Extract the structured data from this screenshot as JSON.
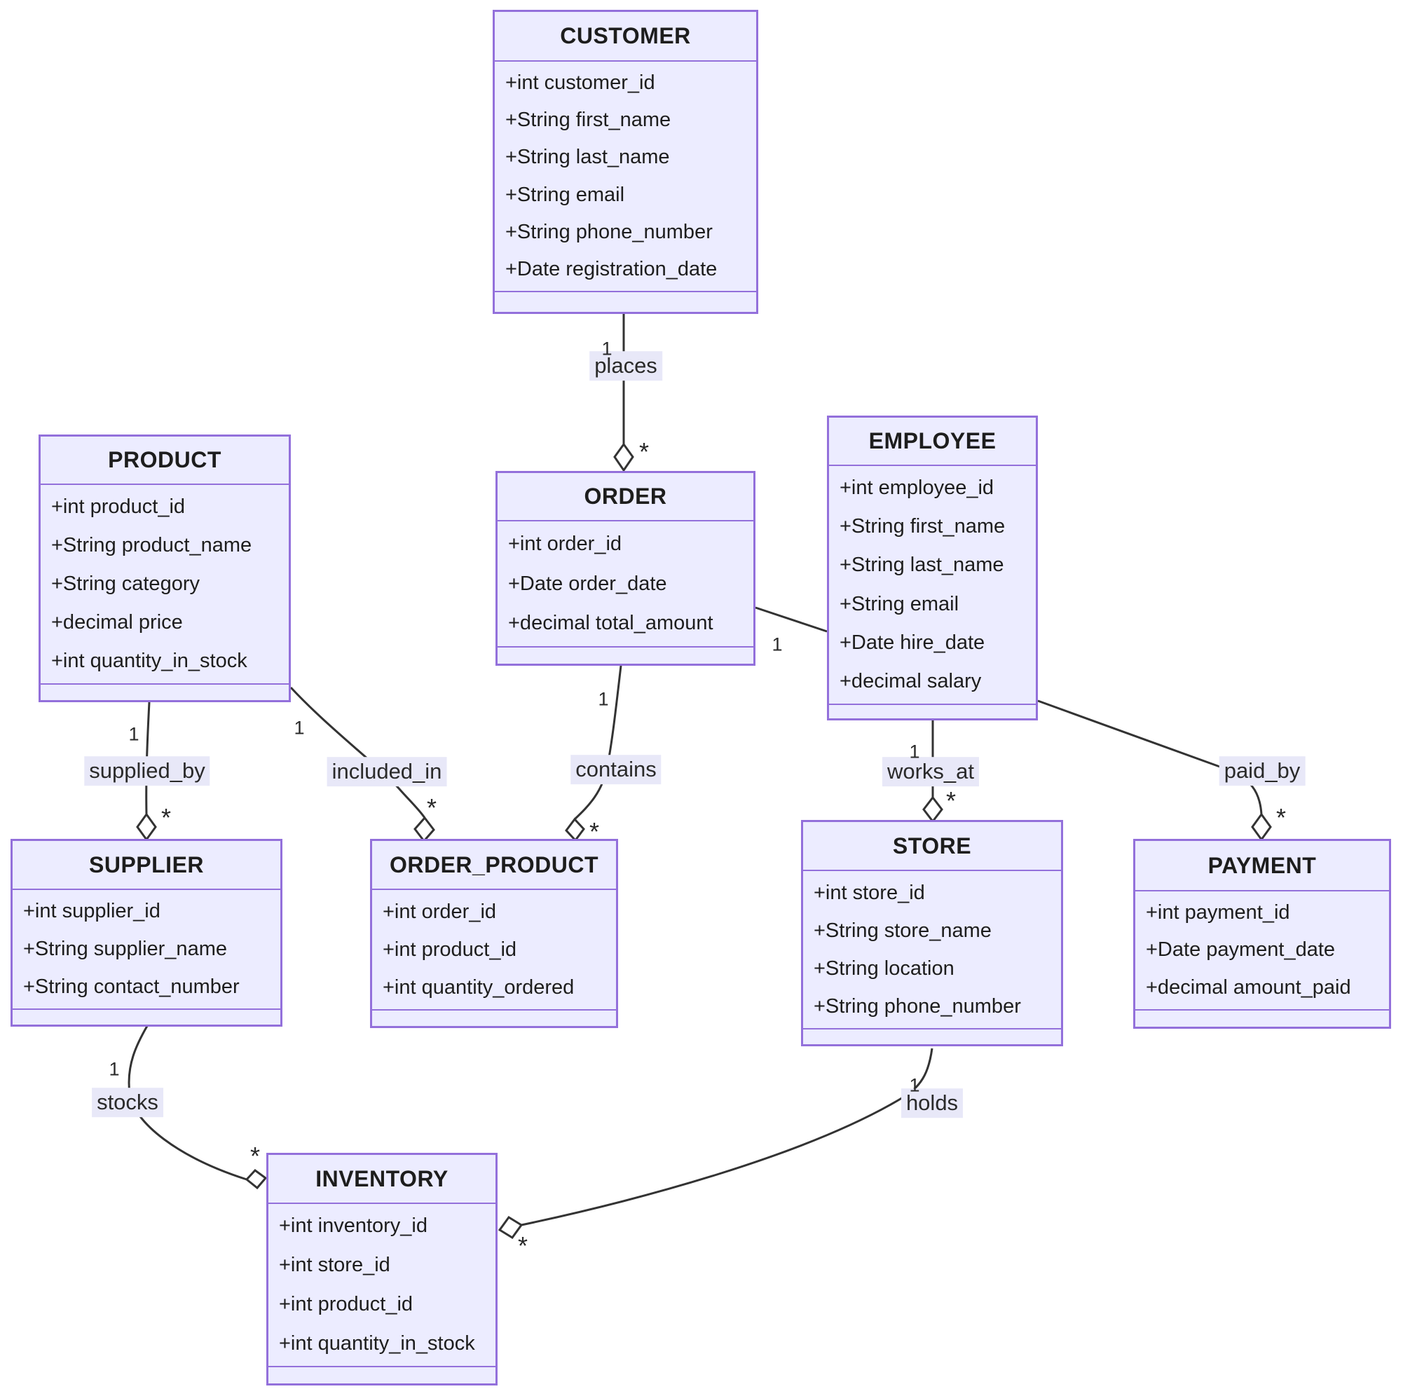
{
  "diagram": {
    "type": "uml-class-diagram",
    "colors": {
      "box_fill": "#ECECFF",
      "box_border": "#9370DB",
      "edge_line": "#333333",
      "label_background": "#E8E8F8",
      "text": "#1d1d1d"
    }
  },
  "entities": {
    "customer": {
      "name": "CUSTOMER",
      "attrs": [
        "+int customer_id",
        "+String first_name",
        "+String last_name",
        "+String email",
        "+String phone_number",
        "+Date registration_date"
      ]
    },
    "product": {
      "name": "PRODUCT",
      "attrs": [
        "+int product_id",
        "+String product_name",
        "+String category",
        "+decimal price",
        "+int quantity_in_stock"
      ]
    },
    "order": {
      "name": "ORDER",
      "attrs": [
        "+int order_id",
        "+Date order_date",
        "+decimal total_amount"
      ]
    },
    "employee": {
      "name": "EMPLOYEE",
      "attrs": [
        "+int employee_id",
        "+String first_name",
        "+String last_name",
        "+String email",
        "+Date hire_date",
        "+decimal salary"
      ]
    },
    "supplier": {
      "name": "SUPPLIER",
      "attrs": [
        "+int supplier_id",
        "+String supplier_name",
        "+String contact_number"
      ]
    },
    "order_product": {
      "name": "ORDER_PRODUCT",
      "attrs": [
        "+int order_id",
        "+int product_id",
        "+int quantity_ordered"
      ]
    },
    "store": {
      "name": "STORE",
      "attrs": [
        "+int store_id",
        "+String store_name",
        "+String location",
        "+String phone_number"
      ]
    },
    "payment": {
      "name": "PAYMENT",
      "attrs": [
        "+int payment_id",
        "+Date payment_date",
        "+decimal amount_paid"
      ]
    },
    "inventory": {
      "name": "INVENTORY",
      "attrs": [
        "+int inventory_id",
        "+int store_id",
        "+int product_id",
        "+int quantity_in_stock"
      ]
    }
  },
  "relationships": {
    "places": {
      "label": "places",
      "from": "CUSTOMER",
      "to": "ORDER",
      "from_mult": "1",
      "to_mult": "*"
    },
    "supplied_by": {
      "label": "supplied_by",
      "from": "PRODUCT",
      "to": "SUPPLIER",
      "from_mult": "1",
      "to_mult": "*"
    },
    "included_in": {
      "label": "included_in",
      "from": "PRODUCT",
      "to": "ORDER_PRODUCT",
      "from_mult": "1",
      "to_mult": "*"
    },
    "contains": {
      "label": "contains",
      "from": "ORDER",
      "to": "ORDER_PRODUCT",
      "from_mult": "1",
      "to_mult": "*"
    },
    "order_employee": {
      "label": "",
      "from": "ORDER",
      "to": "EMPLOYEE",
      "from_mult": "1",
      "to_mult": ""
    },
    "works_at": {
      "label": "works_at",
      "from": "EMPLOYEE",
      "to": "STORE",
      "from_mult": "1",
      "to_mult": "*"
    },
    "paid_by": {
      "label": "paid_by",
      "from": "EMPLOYEE",
      "to": "PAYMENT",
      "from_mult": "",
      "to_mult": "*"
    },
    "stocks": {
      "label": "stocks",
      "from": "SUPPLIER",
      "to": "INVENTORY",
      "from_mult": "1",
      "to_mult": "*"
    },
    "holds": {
      "label": "holds",
      "from": "STORE",
      "to": "INVENTORY",
      "from_mult": "1",
      "to_mult": "*"
    }
  }
}
